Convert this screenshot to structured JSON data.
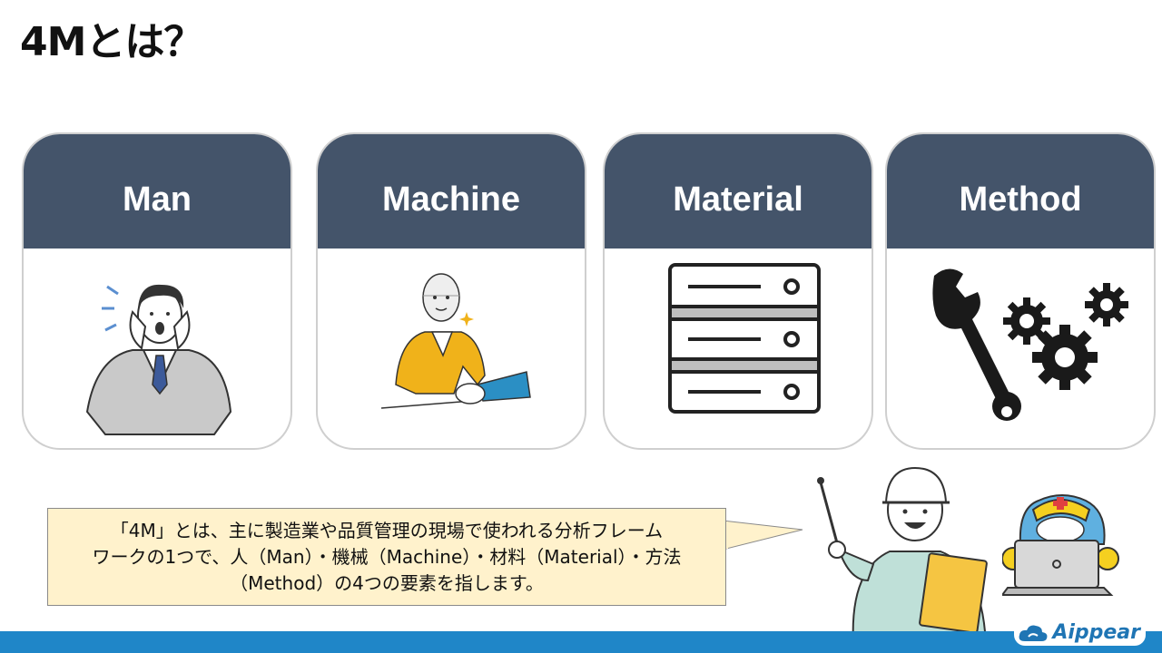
{
  "title": "4Mとは？",
  "cards": [
    {
      "label": "Man",
      "icon": "businessman-icon"
    },
    {
      "label": "Machine",
      "icon": "robot-handshake-icon"
    },
    {
      "label": "Material",
      "icon": "server-rack-icon"
    },
    {
      "label": "Method",
      "icon": "wrench-gears-icon"
    }
  ],
  "description": {
    "line1": "「4M」とは、主に製造業や品質管理の現場で使われる分析フレーム",
    "line2": "ワークの1つで、人（Man）・機械（Machine）・材料（Material）・方法",
    "line3": "（Method）の4つの要素を指します。"
  },
  "logo": {
    "text": "Aippear"
  },
  "colors": {
    "card_header": "#44546a",
    "bubble_fill": "#fff2cc",
    "footer_bar": "#1f86c8",
    "brand": "#1f75b4"
  }
}
